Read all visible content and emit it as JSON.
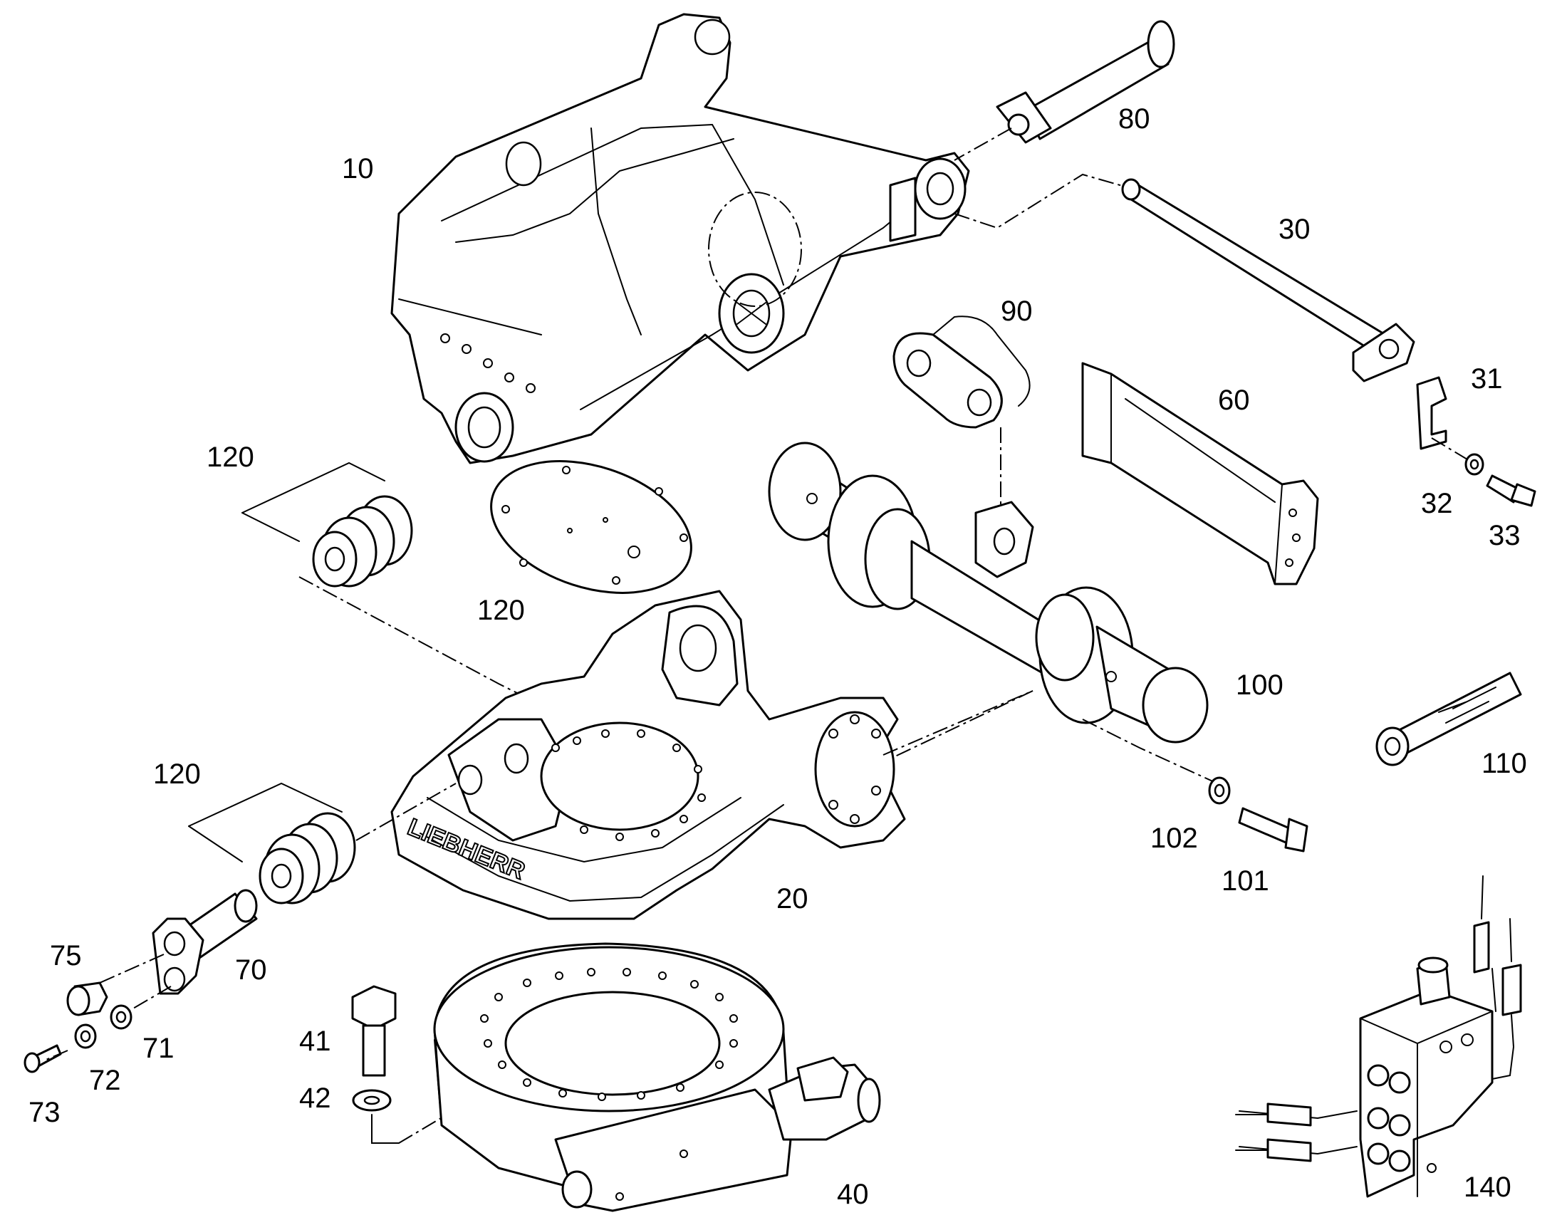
{
  "drawing": {
    "brand_text": "LIEBHERR",
    "line_color": "#000000",
    "background": "#ffffff"
  },
  "callouts": {
    "c10": "10",
    "c20": "20",
    "c30": "30",
    "c31": "31",
    "c32": "32",
    "c33": "33",
    "c40": "40",
    "c41": "41",
    "c42": "42",
    "c60": "60",
    "c70": "70",
    "c71": "71",
    "c72": "72",
    "c73": "73",
    "c75": "75",
    "c80": "80",
    "c90": "90",
    "c100": "100",
    "c101": "101",
    "c102": "102",
    "c110": "110",
    "c120a": "120",
    "c120b": "120",
    "c120c": "120",
    "c140": "140"
  }
}
